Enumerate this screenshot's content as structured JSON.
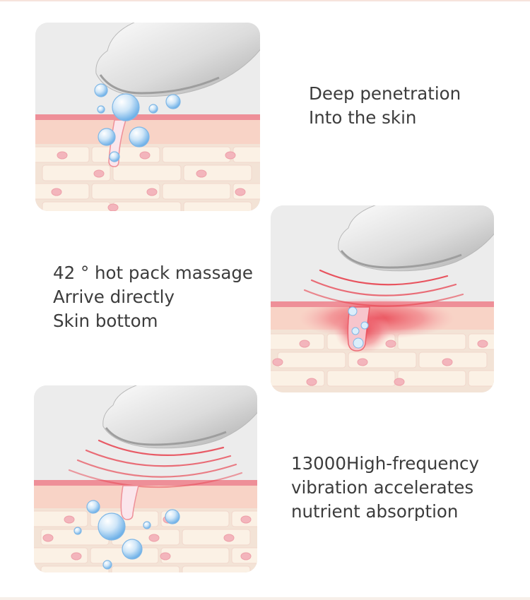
{
  "sections": [
    {
      "id": "deep-penetration",
      "lines": [
        "Deep penetration",
        "Into the skin"
      ]
    },
    {
      "id": "hot-pack",
      "lines": [
        "42 ° hot pack massage",
        "Arrive directly",
        "Skin bottom"
      ]
    },
    {
      "id": "vibration",
      "lines": [
        "13000High-frequency",
        "vibration accelerates",
        "nutrient absorption"
      ]
    }
  ],
  "colors": {
    "panel_bg": "#ececec",
    "skin_surface": "#ee8f98",
    "skin_layer": "#f8d3c6",
    "cell_fill": "#fbf1e5",
    "nucleus": "#f3b5bc",
    "heat_red": "#e8424f",
    "droplet_blue": "#8cc4ef"
  },
  "icons": [
    "metal-probe-head",
    "water-droplet-icon",
    "heat-wave-icon",
    "skin-cell-icon"
  ]
}
